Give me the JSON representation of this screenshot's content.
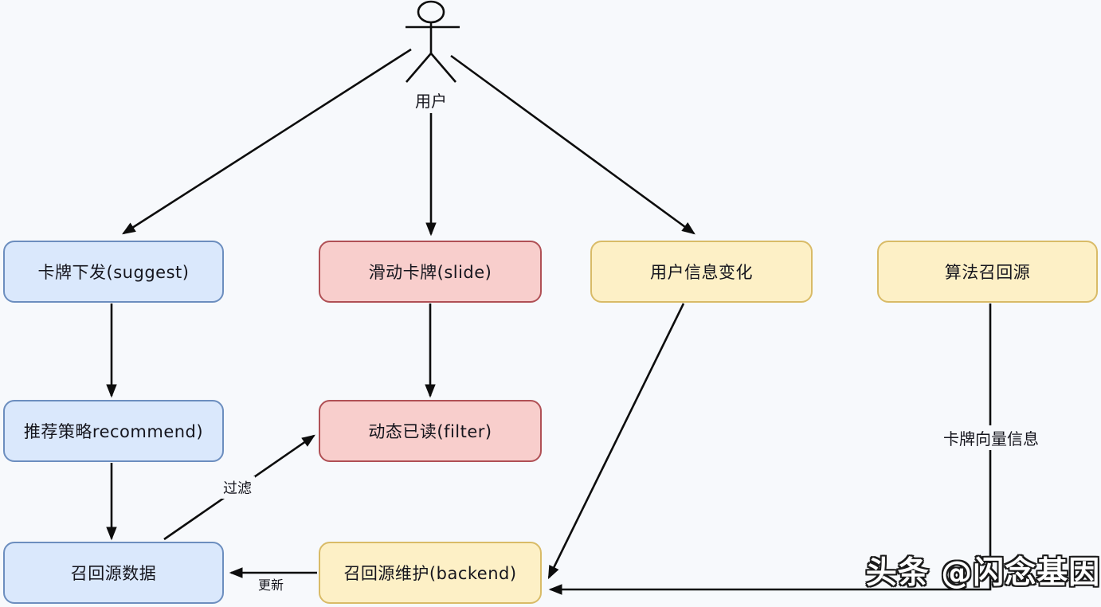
{
  "diagram": {
    "background_color": "#f7f9fc",
    "line_color": "#0d0d0d",
    "actor": {
      "label": "用户"
    },
    "nodes": [
      {
        "id": "card-suggest",
        "label": "卡牌下发(suggest)",
        "fill": "#dae8fc",
        "border": "#6c8ebf"
      },
      {
        "id": "slide-card",
        "label": "滑动卡牌(slide)",
        "fill": "#f8cecc",
        "border": "#b05055"
      },
      {
        "id": "user-info-change",
        "label": "用户信息变化",
        "fill": "#fdf0c6",
        "border": "#d9bb67"
      },
      {
        "id": "algo-recall-source",
        "label": "算法召回源",
        "fill": "#fdf0c6",
        "border": "#d9bb67"
      },
      {
        "id": "recommend-strategy",
        "label": "推荐策略recommend)",
        "fill": "#dae8fc",
        "border": "#6c8ebf"
      },
      {
        "id": "dynamic-read-filter",
        "label": "动态已读(filter)",
        "fill": "#f8cecc",
        "border": "#b05055"
      },
      {
        "id": "recall-source-data",
        "label": "召回源数据",
        "fill": "#dae8fc",
        "border": "#6c8ebf"
      },
      {
        "id": "recall-source-backend",
        "label": "召回源维护(backend)",
        "fill": "#fdf0c6",
        "border": "#d9bb67"
      }
    ],
    "edge_labels": {
      "filter": "过滤",
      "update": "更新",
      "card_vector": "卡牌向量信息"
    },
    "watermark": "头条 @闪念基因"
  }
}
